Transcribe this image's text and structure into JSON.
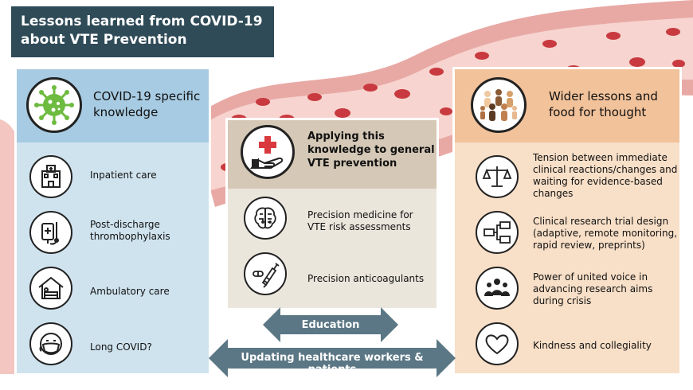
{
  "title": {
    "line1": "Lessons learned from COVID-19",
    "line2": "about VTE Prevention"
  },
  "left_panel": {
    "heading_line1": "COVID-19 specific",
    "heading_line2": "knowledge",
    "heading_icon": "coronavirus-icon",
    "items": [
      {
        "icon": "hospital-icon",
        "line1": "Inpatient care",
        "line2": ""
      },
      {
        "icon": "iv-bag-icon",
        "line1": "Post-discharge",
        "line2": "thrombophylaxis"
      },
      {
        "icon": "home-patient-icon",
        "line1": "Ambulatory care",
        "line2": ""
      },
      {
        "icon": "masked-face-icon",
        "line1": "Long COVID?",
        "line2": ""
      }
    ]
  },
  "middle_panel": {
    "heading_line1": "Applying this",
    "heading_line2": "knowledge to general",
    "heading_line3": "VTE prevention",
    "heading_icon": "hand-medical-cross-icon",
    "items": [
      {
        "icon": "brain-circuit-icon",
        "line1": "Precision medicine for",
        "line2": "VTE risk assessments"
      },
      {
        "icon": "syringe-pill-icon",
        "line1": "Precision anticoagulants",
        "line2": ""
      }
    ]
  },
  "right_panel": {
    "heading_line1": "Wider lessons and",
    "heading_line2": "food for thought",
    "heading_icon": "diverse-people-icon",
    "items": [
      {
        "icon": "balance-scale-icon",
        "lines": [
          "Tension between immediate",
          "clinical reactions/changes and",
          "waiting for evidence-based",
          "changes"
        ]
      },
      {
        "icon": "flowchart-icon",
        "lines": [
          "Clinical research trial design",
          "(adaptive, remote monitoring,",
          "rapid review, preprints)"
        ]
      },
      {
        "icon": "group-people-icon",
        "lines": [
          "Power of united voice in",
          "advancing research aims",
          "during crisis"
        ]
      },
      {
        "icon": "heart-icon",
        "lines": [
          "Kindness and collegiality"
        ]
      }
    ]
  },
  "arrows": {
    "education": "Education",
    "updating": "Updating healthcare workers & patients"
  },
  "colors": {
    "title_bg": "#2f4b57",
    "left_head": "#a7cbe2",
    "left_body": "#cfe3ee",
    "mid_head": "#d5c8b6",
    "mid_body": "#ebe6dc",
    "right_head": "#f2c29a",
    "right_body": "#f8dfc7",
    "arrow": "#5b7785",
    "vessel_wall": "#e8a9a5",
    "vessel_inner": "#f7d4cf",
    "blood_cell": "#c83a3f",
    "virus": "#6dbb3f"
  }
}
